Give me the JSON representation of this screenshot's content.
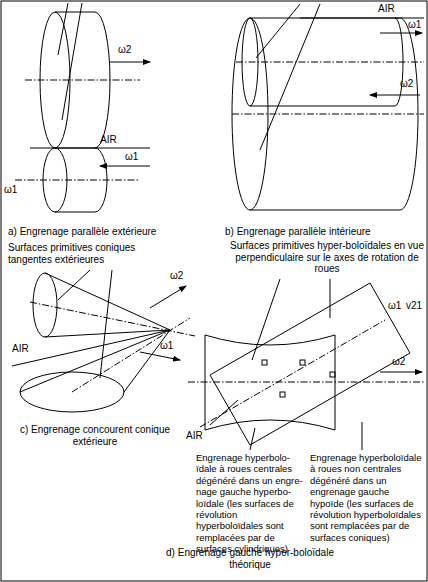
{
  "diagram": {
    "labels": [
      "ω2",
      "AIR",
      "ω1",
      "ω1",
      "a) Engrenage parallèle extérieure",
      "AIR",
      "ω1",
      "ω2",
      "b) Engrenage parallèle intérieure",
      "Surfaces primitives coniques tangentes extérieures",
      "ω2",
      "ω1",
      "AIR",
      "c) Engrenage concourent conique extérieure",
      "Surfaces primitives hyper-boloïdales en vue perpendiculaire sur le axes de rotation de roues",
      "ω1",
      "v21",
      "ω2",
      "AIR",
      "Engrenage hyperbolo-ïdale à roues centrales dégénéré dans un engre-nage gauche hyperbo-loïdale (les surfaces de révolution hyperboloïdales sont remplacées par de surfaces cylindriques)",
      "Engrenage hyperboloïdale à roues non centrales dégénéré dans un engrenage gauche hypoïde (les surfaces de révolution hyperboloïdales sont remplacées par de surfaces coniques)",
      "d) Engrenage gauche hyper-boloïdale théorique"
    ]
  }
}
